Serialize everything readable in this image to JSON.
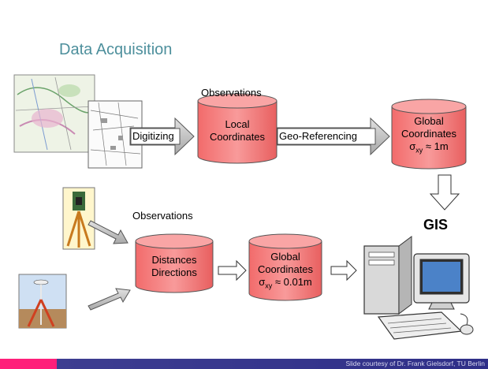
{
  "slide": {
    "title": "Data Acquisition",
    "observations_top": "Observations",
    "observations_mid": "Observations",
    "gis_label": "GIS",
    "credit": "Slide courtesy of  Dr. Frank Gielsdorf, TU Berlin"
  },
  "top_row": {
    "digitizing_label": "Digitizing",
    "local_db": [
      "Local",
      "Coordinates"
    ],
    "georef_label": "Geo-Referencing",
    "global_db": [
      "Global",
      "Coordinates",
      "σ",
      "xy",
      " ≈ 1m"
    ]
  },
  "bottom_row": {
    "distances_db": [
      "Distances",
      "Directions"
    ],
    "global_db": [
      "Global",
      "Coordinates",
      "σ",
      "xy",
      " ≈ 0.01m"
    ]
  },
  "colors": {
    "cylinder_fill": "#f47c7c",
    "cylinder_top": "#f9a5a5",
    "arrow_fill": "#c0c0c0",
    "title": "#4d8f9c",
    "footer": "#3f3f92",
    "footer_accent": "#ff1f7a"
  }
}
